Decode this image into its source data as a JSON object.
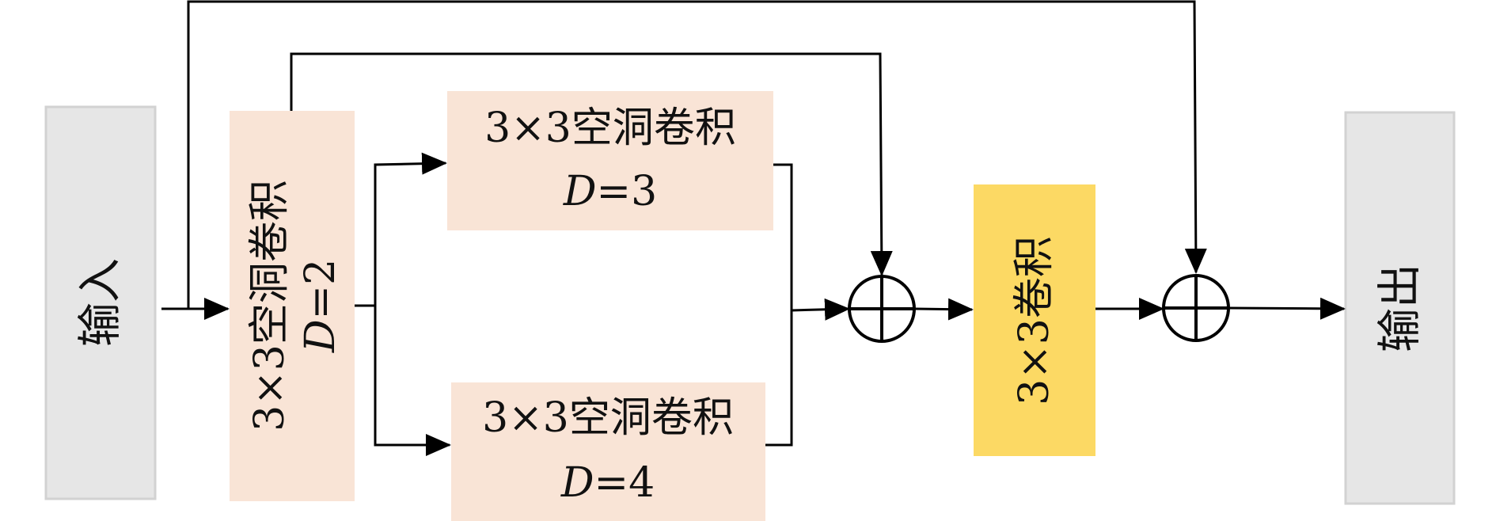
{
  "input": {
    "label": "输入"
  },
  "output": {
    "label": "输出"
  },
  "conv_d2": {
    "line1": "3×3空洞卷积",
    "line2_var": "D",
    "line2_rest": "=2"
  },
  "conv_d3": {
    "line1": "3×3空洞卷积",
    "line2_var": "D",
    "line2_rest": "=3"
  },
  "conv_d4": {
    "line1": "3×3空洞卷积",
    "line2_var": "D",
    "line2_rest": "=4"
  },
  "conv_3x3": {
    "label": "3×3卷积"
  },
  "colors": {
    "io_fill": "#e6e6e6",
    "io_stroke": "#d2d2d2",
    "dilated_fill": "#f9e4d6",
    "conv_fill": "#fcd964",
    "line": "#000000"
  },
  "icons": {
    "sum": "circle-plus-icon"
  }
}
